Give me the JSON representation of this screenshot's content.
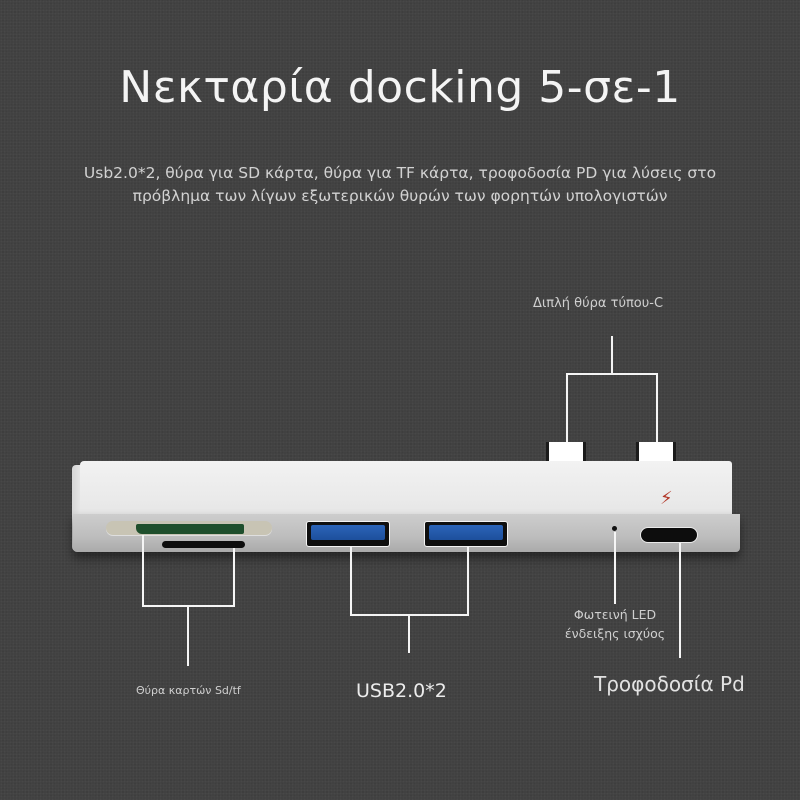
{
  "header": {
    "title": "Νεκταρία docking 5-σε-1",
    "subtitle_line1": "Usb2.0*2, θύρα για SD κάρτα, θύρα για TF κάρτα, τροφοδοσία PD για λύσεις στο",
    "subtitle_line2": "πρόβλημα των λίγων εξωτερικών θυρών των φορητών υπολογιστών"
  },
  "callouts": {
    "dual_typec": "Διπλή θύρα τύπου-C",
    "card_reader": "Θύρα καρτών Sd/tf",
    "usb": "USB2.0*2",
    "led_line1": "Φωτεινή LED",
    "led_line2": "ένδειξης ισχύος",
    "pd_power": "Τροφοδοσία Pd"
  },
  "device": {
    "ports": [
      "sd-slot",
      "tf-slot",
      "usb-a-1",
      "usb-a-2",
      "led-indicator",
      "usb-c-pd"
    ],
    "plugs": [
      "usb-c-plug-1",
      "usb-c-plug-2"
    ],
    "icons": {
      "power": "lightning-bolt-icon"
    },
    "colors": {
      "background": "#414141",
      "body": "#e9e9e9",
      "usb_blue": "#2458a8",
      "bolt": "#b3392a",
      "sd_card": "#1f4f2c"
    }
  }
}
